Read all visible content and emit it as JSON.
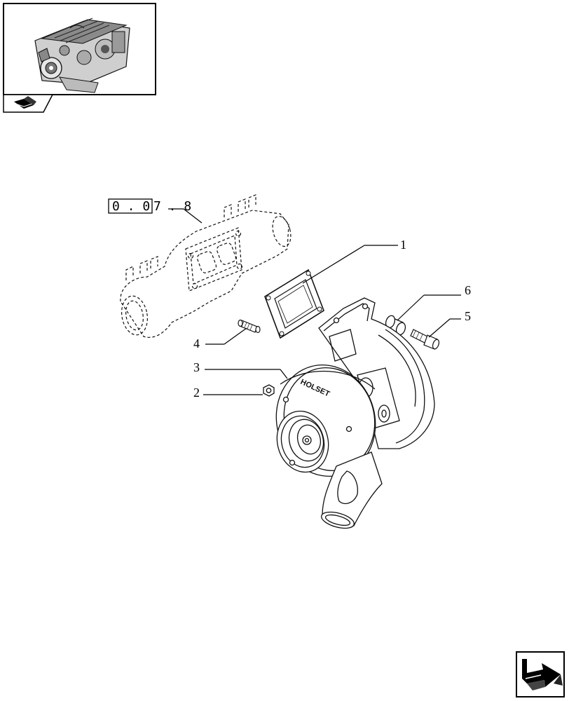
{
  "reference": {
    "boxed": "0 . 0",
    "rest": "7 . 8"
  },
  "callouts": [
    {
      "id": "1",
      "label": "1"
    },
    {
      "id": "6",
      "label": "6"
    },
    {
      "id": "5",
      "label": "5"
    },
    {
      "id": "4",
      "label": "4"
    },
    {
      "id": "3",
      "label": "3"
    },
    {
      "id": "2",
      "label": "2"
    }
  ],
  "brand_text": "HOLSET",
  "icons": {
    "thumbnail": "engine-thumbnail-icon",
    "book": "book-icon",
    "next": "next-page-arrow-icon"
  }
}
